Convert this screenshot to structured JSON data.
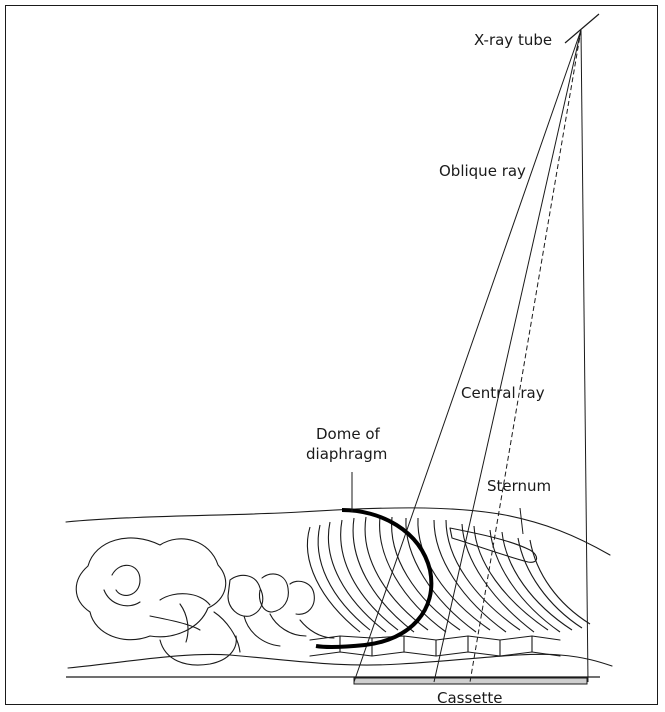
{
  "labels": {
    "xray_tube": "X-ray tube",
    "oblique_ray": "Oblique ray",
    "central_ray": "Central ray",
    "dome_line1": "Dome of",
    "dome_line2": "diaphragm",
    "sternum": "Sternum",
    "cassette": "Cassette"
  },
  "colors": {
    "ink": "#1a1a1a",
    "cassette_fill": "#cfcfcf",
    "diaphragm": "#000000"
  }
}
